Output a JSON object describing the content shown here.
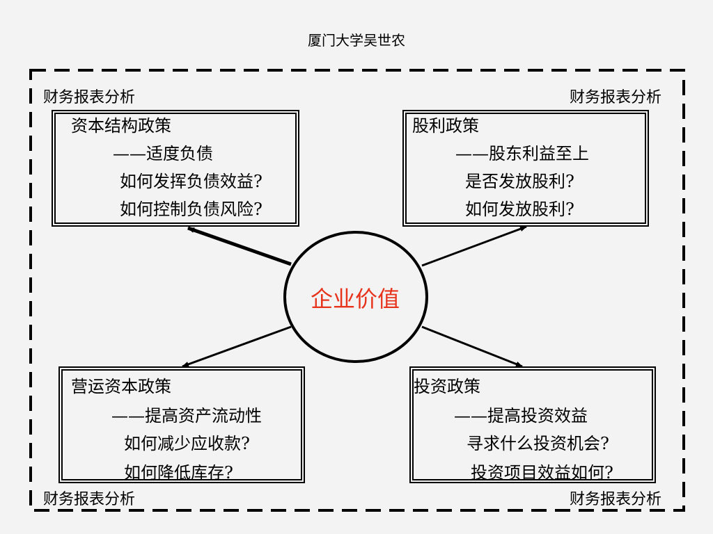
{
  "header": {
    "author": "厦门大学吴世农"
  },
  "corners": {
    "top_left": "财务报表分析",
    "top_right": "财务报表分析",
    "bottom_left": "财务报表分析",
    "bottom_right": "财务报表分析"
  },
  "center": {
    "label": "企业价值",
    "color": "#e8331c"
  },
  "boxes": {
    "capital_structure": {
      "title": "资本结构政策",
      "subtitle": "——适度负债",
      "q1": "如何发挥负债效益?",
      "q2": "如何控制负债风险?"
    },
    "dividend": {
      "title": "股利政策",
      "subtitle": "——股东利益至上",
      "q1": "是否发放股利?",
      "q2": "如何发放股利?"
    },
    "working_capital": {
      "title": "营运资本政策",
      "subtitle": "——提高资产流动性",
      "q1": "如何减少应收款?",
      "q2": "如何降低库存?"
    },
    "investment": {
      "title": "投资政策",
      "subtitle": "——提高投资效益",
      "q1": "寻求什么投资机会?",
      "q2": "投资项目效益如何?"
    }
  }
}
